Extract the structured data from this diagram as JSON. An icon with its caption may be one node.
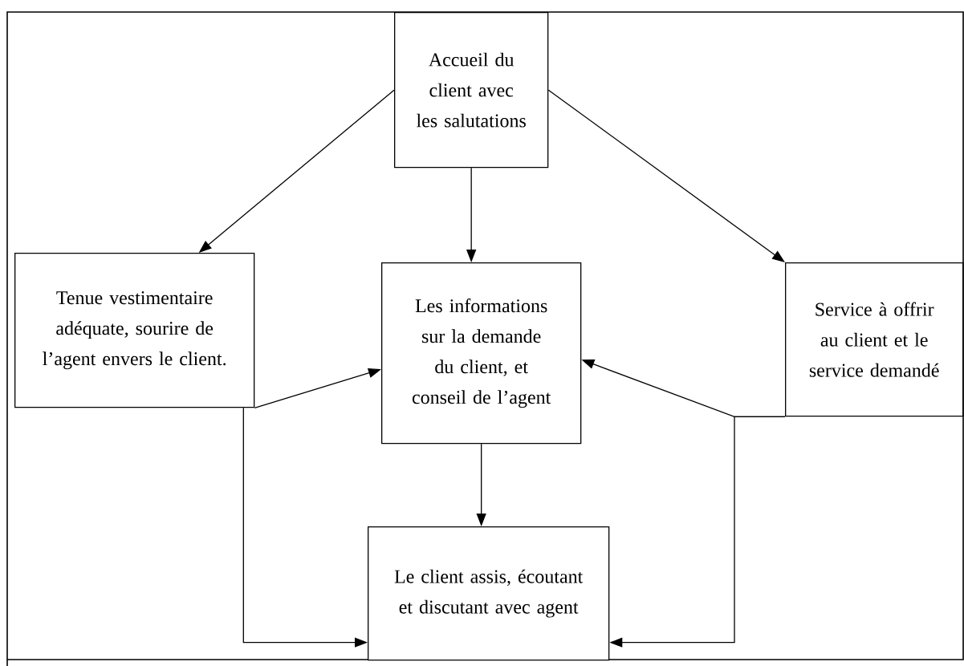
{
  "diagram": {
    "nodes": [
      {
        "text": [
          "Accueil du client avec les salutations"
        ]
      },
      {
        "text": [
          "Tenue vestimentaire adéquate, sourire de l’agent envers le client."
        ]
      },
      {
        "text": [
          "Les informations sur la demande du client, et conseil  de l’agent"
        ]
      },
      {
        "text": [
          "Service à offrir au client  et le service demandé"
        ]
      },
      {
        "text": [
          "Le client assis, écoutant et discutant avec agent"
        ]
      }
    ],
    "edges": [
      {
        "from": 0,
        "to": 1,
        "arrow": "to"
      },
      {
        "from": 0,
        "to": 2,
        "arrow": "to"
      },
      {
        "from": 0,
        "to": 3,
        "arrow": "to"
      },
      {
        "from": 1,
        "to": 2,
        "arrow": "to"
      },
      {
        "from": 3,
        "to": 2,
        "arrow": "to"
      },
      {
        "from": 1,
        "to": 4,
        "arrow": "to"
      },
      {
        "from": 3,
        "to": 4,
        "arrow": "to"
      },
      {
        "from": 2,
        "to": 4,
        "arrow": "to"
      }
    ]
  }
}
